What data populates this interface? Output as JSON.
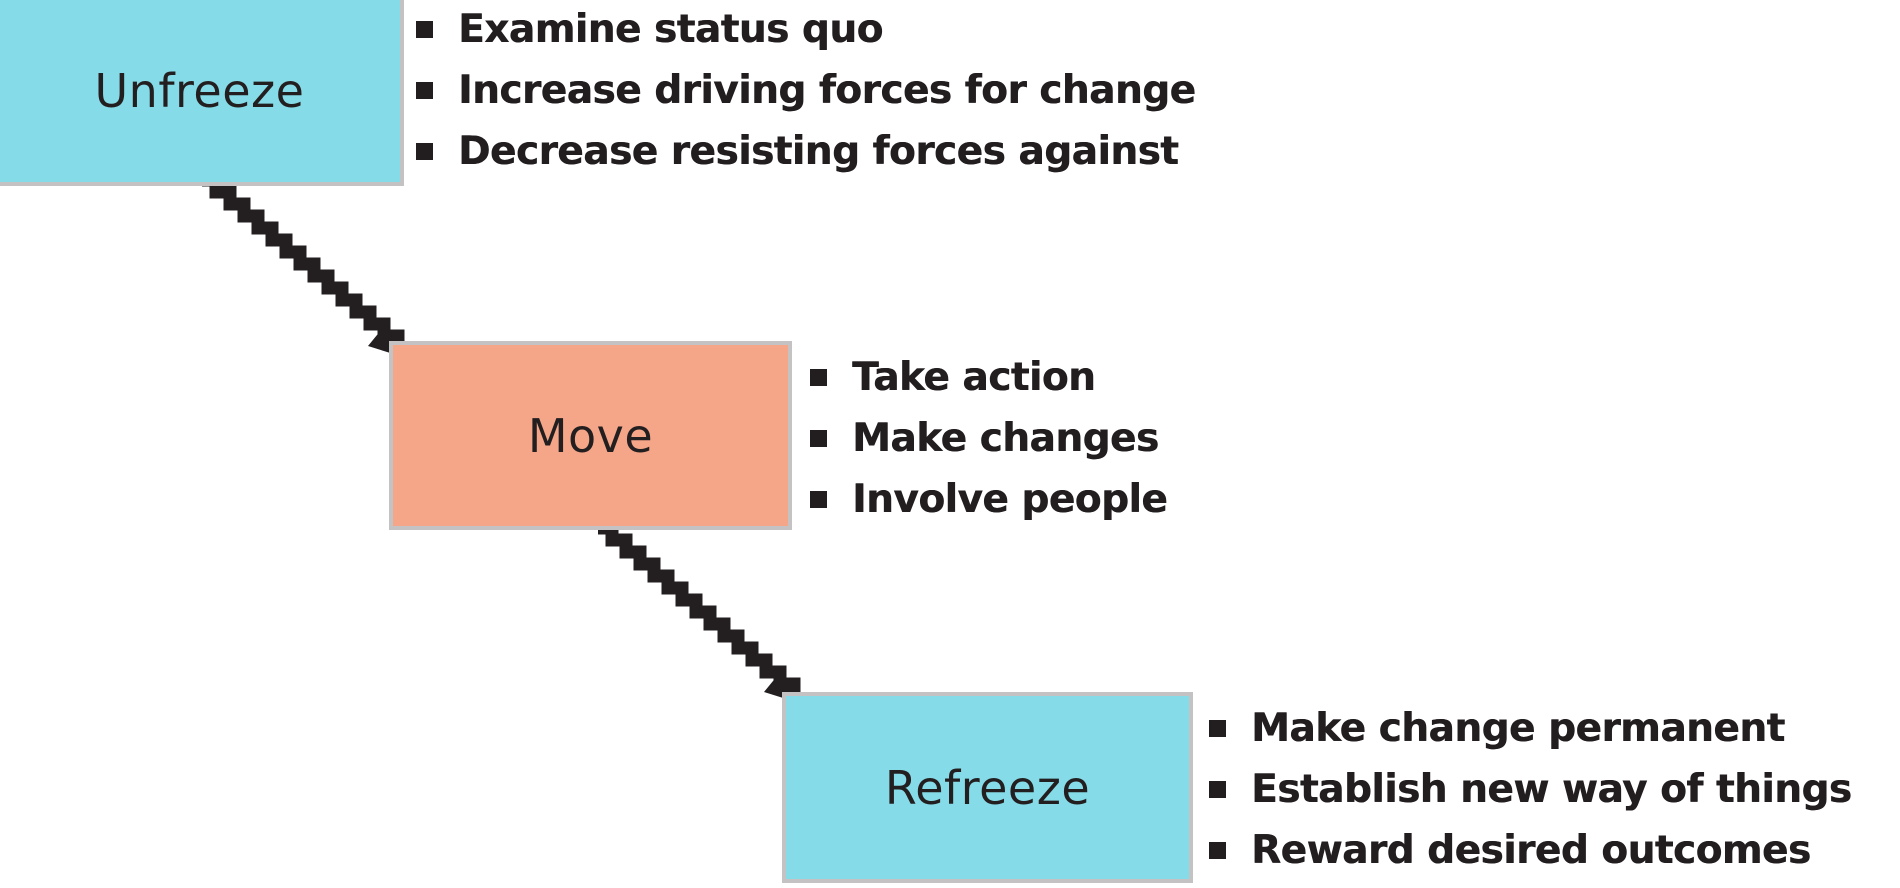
{
  "stages": [
    {
      "label": "Unfreeze",
      "box_color": "#85dce8",
      "bullets": [
        "Examine status quo",
        "Increase driving forces for change",
        "Decrease resisting forces against"
      ]
    },
    {
      "label": "Move",
      "box_color": "#f6a688",
      "bullets": [
        "Take action",
        "Make changes",
        "Involve people"
      ]
    },
    {
      "label": "Refreeze",
      "box_color": "#85dce8",
      "bullets": [
        "Make change permanent",
        "Establish new way of things",
        "Reward desired outcomes"
      ]
    }
  ],
  "arrows": [
    {
      "from": "Unfreeze",
      "to": "Move"
    },
    {
      "from": "Move",
      "to": "Refreeze"
    }
  ],
  "colors": {
    "cyan_box": "#85dce8",
    "salmon_box": "#f6a688",
    "box_border": "#c4c2c2",
    "text": "#231f20",
    "background": "#ffffff"
  }
}
